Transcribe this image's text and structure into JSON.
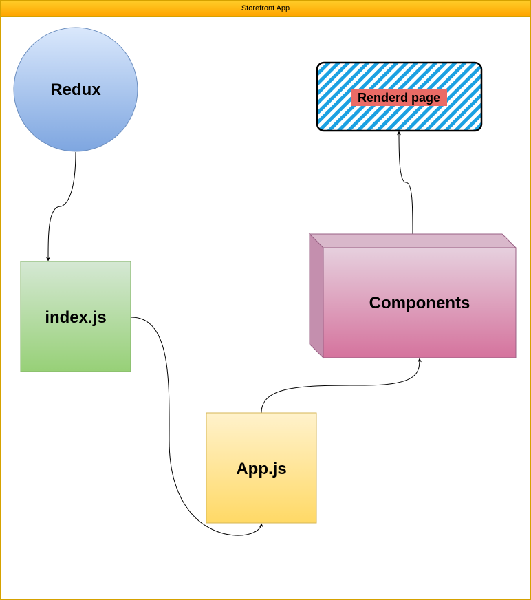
{
  "window": {
    "title": "Storefront App"
  },
  "nodes": {
    "redux": {
      "label": "Redux",
      "shape": "circle",
      "fill_top": "#dae8fc",
      "fill_bottom": "#7ea6e0",
      "stroke": "#6c8ebf"
    },
    "index_js": {
      "label": "index.js",
      "shape": "square",
      "fill_top": "#d5e8d4",
      "fill_bottom": "#97d077",
      "stroke": "#82b366"
    },
    "app_js": {
      "label": "App.js",
      "shape": "square",
      "fill_top": "#fff2cc",
      "fill_bottom": "#ffd966",
      "stroke": "#d6b656"
    },
    "components": {
      "label": "Components",
      "shape": "3d-box",
      "fill_top": "#e6d0de",
      "fill_bottom": "#d5739d",
      "stroke": "#996185"
    },
    "rendered_page": {
      "label": "Renderd page",
      "shape": "hatched-rounded-rect",
      "hatch_color": "#1ba1e2",
      "label_highlight": "#ea6b66"
    }
  },
  "edges": [
    {
      "from": "Redux",
      "to": "index.js"
    },
    {
      "from": "index.js",
      "to": "App.js"
    },
    {
      "from": "App.js",
      "to": "Components"
    },
    {
      "from": "Components",
      "to": "Renderd page"
    }
  ]
}
